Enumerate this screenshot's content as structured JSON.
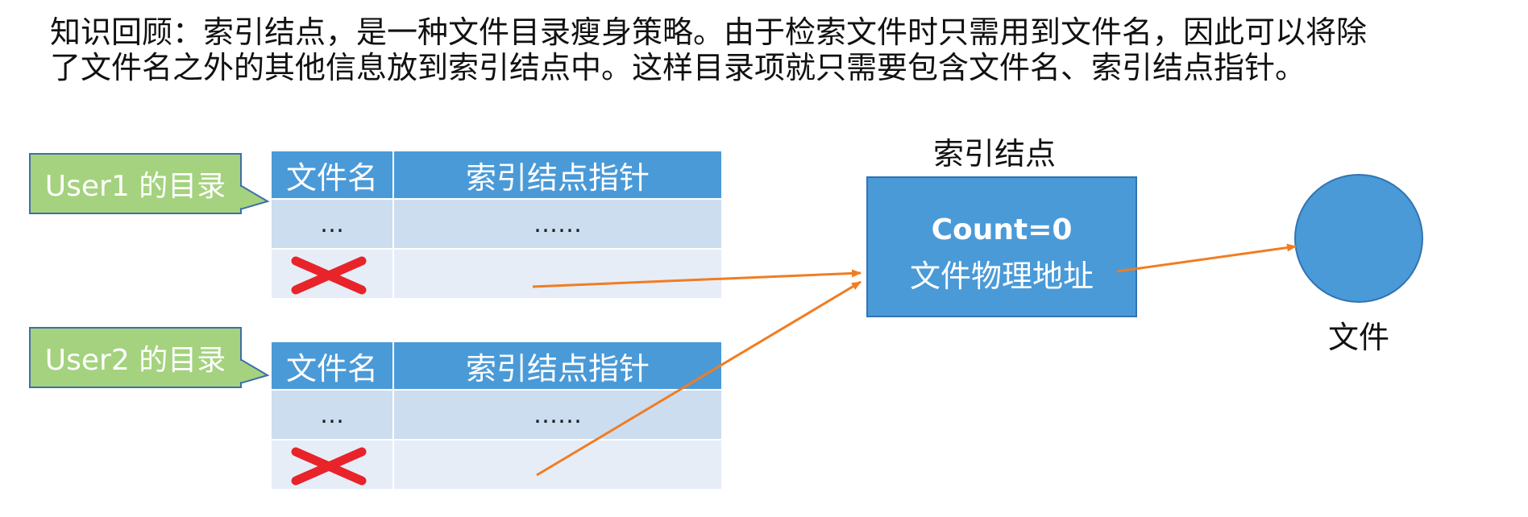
{
  "intro": {
    "line1": "知识回顾：索引结点，是一种文件目录瘦身策略。由于检索文件时只需用到文件名，因此可以将除",
    "line2": "了文件名之外的其他信息放到索引结点中。这样目录项就只需要包含文件名、索引结点指针。"
  },
  "user1": {
    "label": "User1 的目录",
    "headers": [
      "文件名",
      "索引结点指针"
    ],
    "row1": [
      "…",
      "……"
    ]
  },
  "user2": {
    "label": "User2 的目录",
    "headers": [
      "文件名",
      "索引结点指针"
    ],
    "row1": [
      "…",
      "……"
    ]
  },
  "inode": {
    "title": "索引结点",
    "count": "Count=0",
    "address": "文件物理地址"
  },
  "file": {
    "label": "文件"
  },
  "colors": {
    "header_blue": "#4a9ad8",
    "callout_green": "#a4d27e",
    "arrow_orange": "#f07d22",
    "cross_red": "#e8232a"
  }
}
